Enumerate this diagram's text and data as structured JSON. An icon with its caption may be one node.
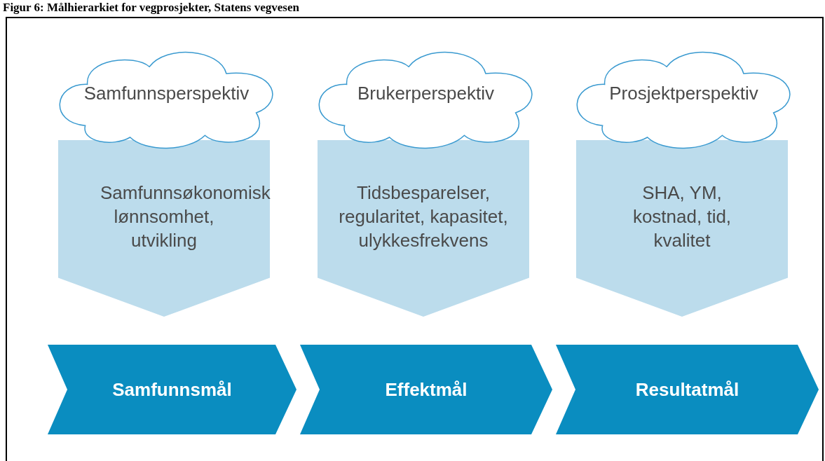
{
  "diagram": {
    "title": "Figur 6: Målhierarkiet for vegprosjekter, Statens vegvesen",
    "nodes": [
      {
        "text": [
          "Samfunnsperspektiv"
        ]
      },
      {
        "text": [
          "Brukerperspektiv"
        ]
      },
      {
        "text": [
          "Prosjektperspektiv"
        ]
      },
      {
        "text": [
          "Samfunnsøkonomisk lønnsomhet, utvikling"
        ]
      },
      {
        "text": [
          "Tidsbesparelser, regularitet, kapasitet, ulykkesfrekvens"
        ]
      },
      {
        "text": [
          "SHA, YM, kostnad, tid, kvalitet"
        ]
      },
      {
        "text": [
          "Samfunnsmål"
        ]
      },
      {
        "text": [
          "Effektmål"
        ]
      },
      {
        "text": [
          "Resultatmål"
        ]
      }
    ],
    "edges": []
  }
}
